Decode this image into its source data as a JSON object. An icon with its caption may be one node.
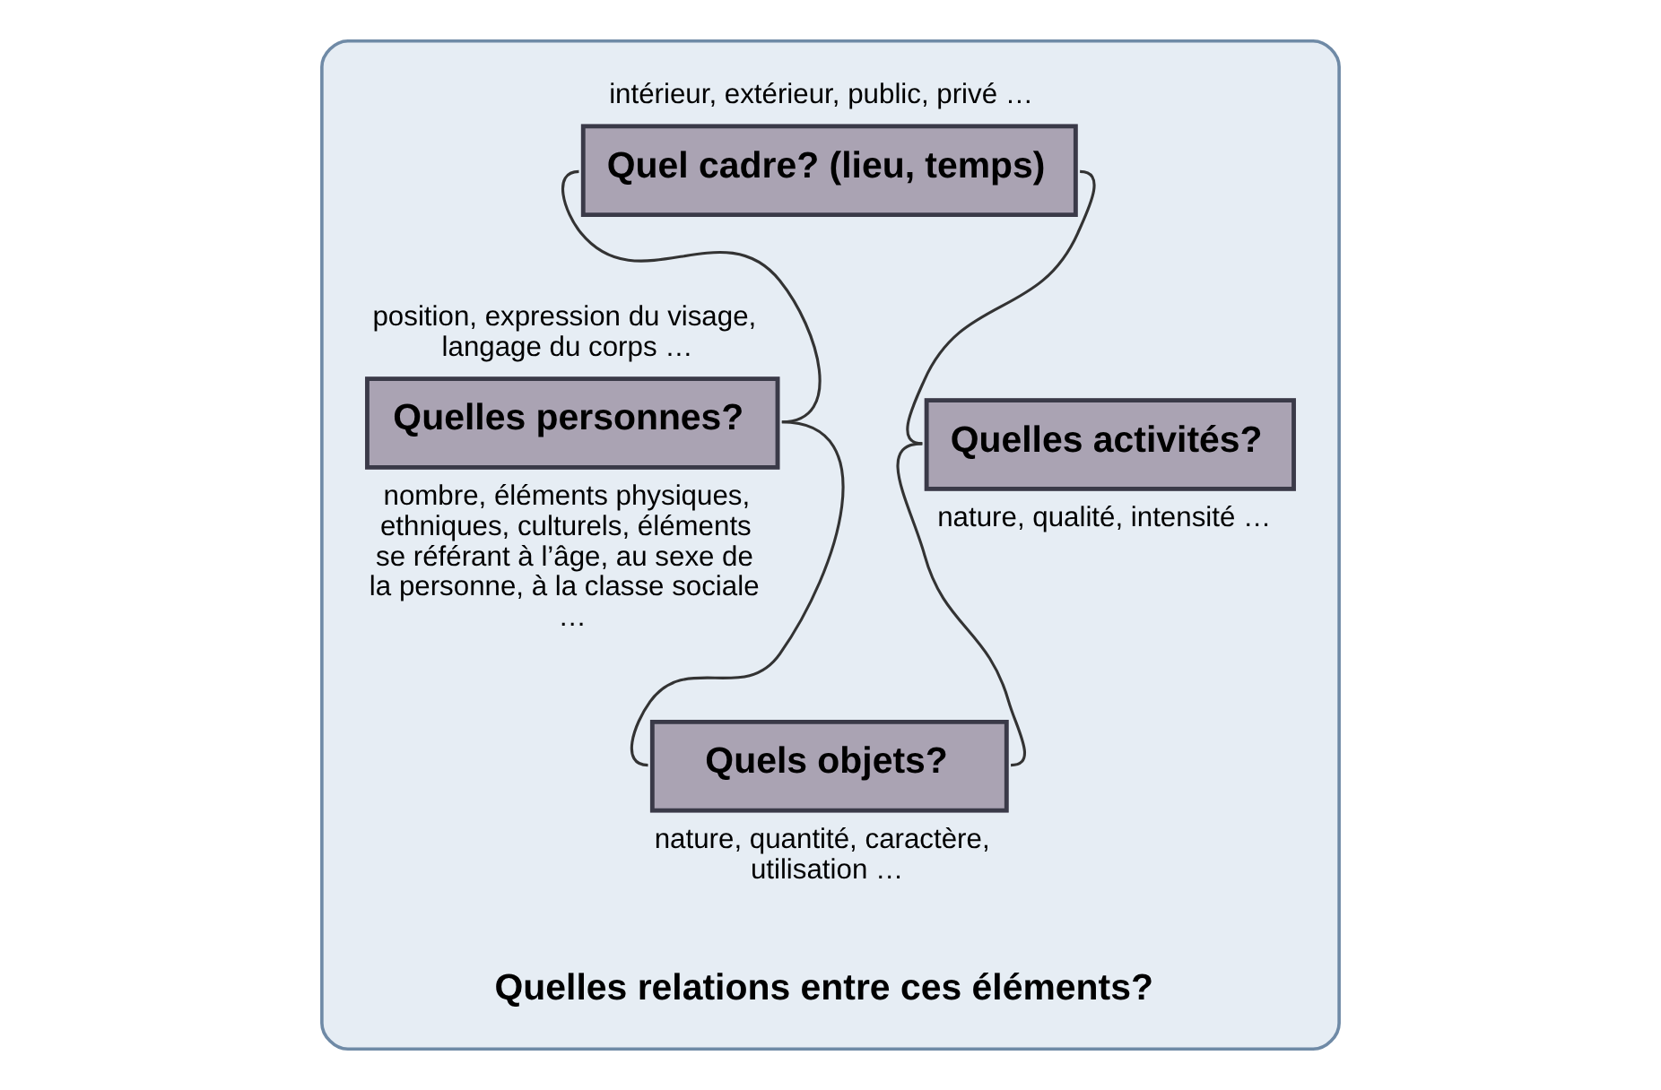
{
  "diagram": {
    "nodes": [
      {
        "text": [],
        "shape": "box"
      },
      {
        "text": [
          "Quel cadre? (lieu, temps)"
        ],
        "in": 0,
        "beside": [
          "intérieur, extérieur, public, privé …"
        ]
      },
      {
        "text": [
          "Quelles personnes?"
        ],
        "in": 0,
        "beside": [
          "position, expression du visage, langage du corps …",
          "nombre, éléments physiques, ethniques, culturels, éléments se référant à l’âge, au sexe de la personne, à la classe sociale …"
        ]
      },
      {
        "text": [
          "Quelles activités?"
        ],
        "in": 0,
        "beside": [
          "nature, qualité, intensité …"
        ]
      },
      {
        "text": [
          "Quels objets?"
        ],
        "in": 0,
        "beside": [
          "nature, quantité, caractère, utilisation …"
        ]
      }
    ],
    "edges": [
      {
        "from": 1,
        "to": 2,
        "arrow": "none"
      },
      {
        "from": 1,
        "to": 3,
        "arrow": "none"
      },
      {
        "from": 2,
        "to": 4,
        "arrow": "none"
      },
      {
        "from": 3,
        "to": 4,
        "arrow": "none"
      }
    ],
    "labels": [
      "Quelles relations entre ces éléments?"
    ]
  }
}
